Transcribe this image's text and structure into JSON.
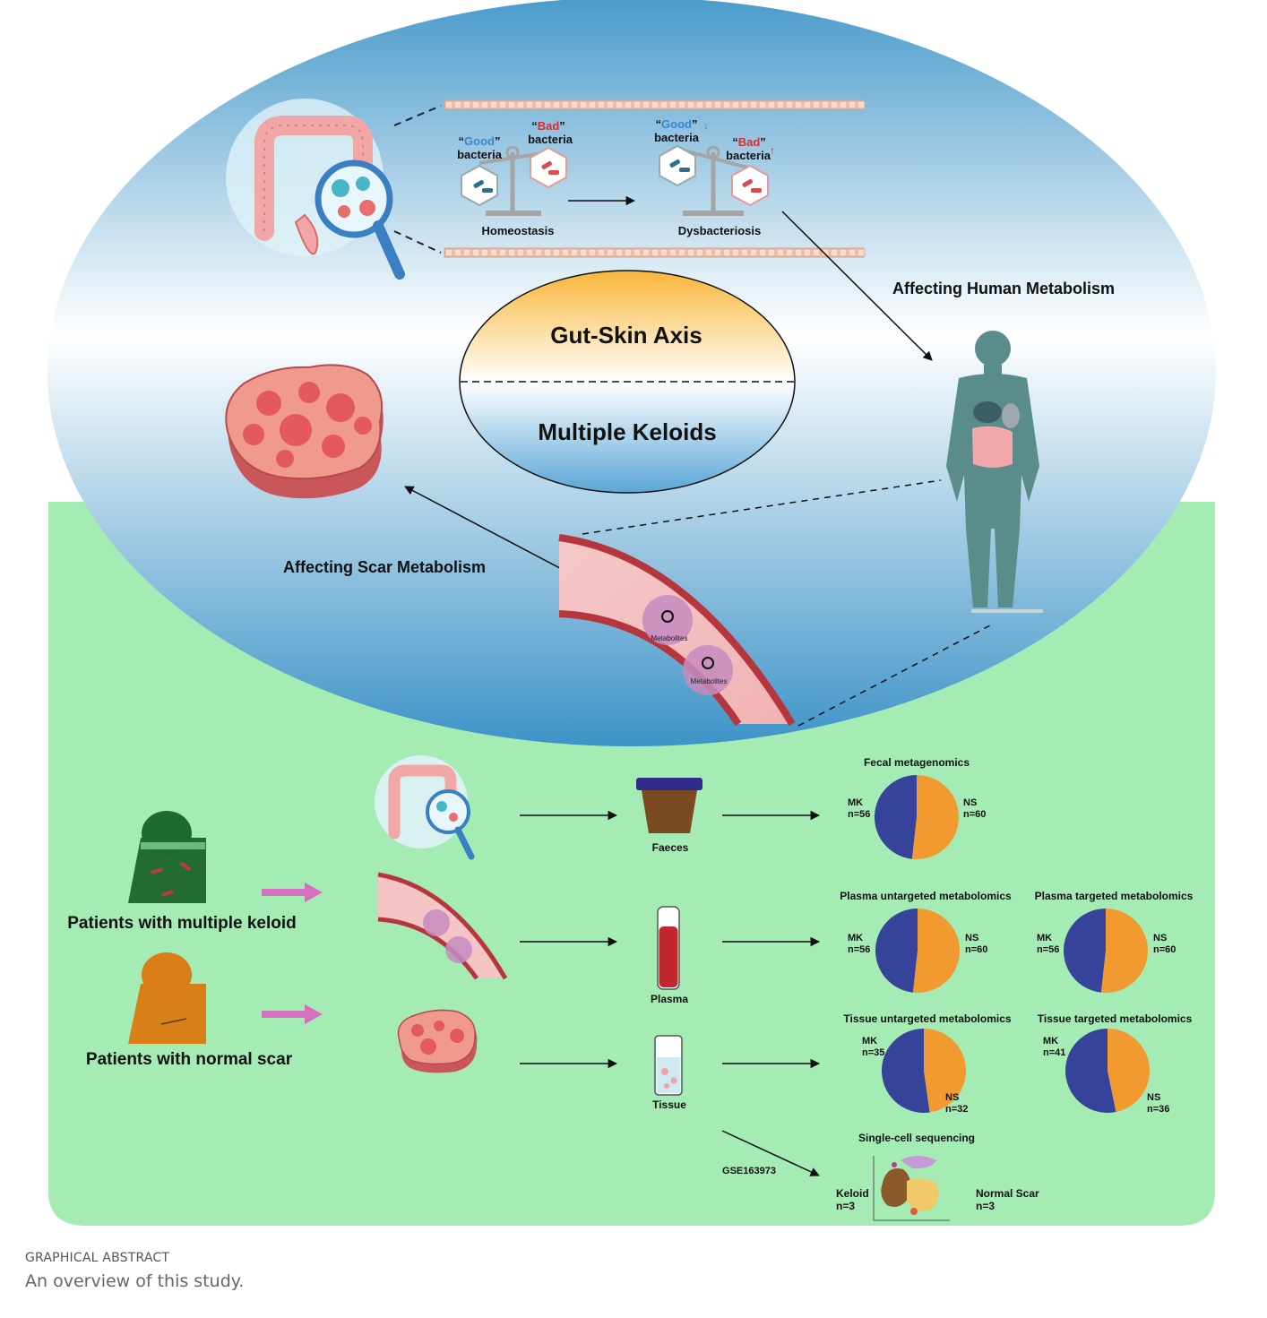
{
  "colors": {
    "mk": "#35449a",
    "ns": "#f09a30",
    "green_bg": "#a4ebb4",
    "sky_top": "#4c9ecd",
    "good": "#3a86d1",
    "bad": "#d3302f",
    "arrow_pink": "#d670c0"
  },
  "top": {
    "good_bacteria_word": "Good",
    "bad_bacteria_word": "Bad",
    "bacteria_word": "bacteria",
    "quote_open": "“",
    "quote_close": "”",
    "homeostasis": "Homeostasis",
    "dysbacteriosis": "Dysbacteriosis",
    "affecting_human": "Affecting Human Metabolism",
    "affecting_scar": "Affecting Scar Metabolism",
    "axis_top": "Gut-Skin Axis",
    "axis_bottom": "Multiple Keloids",
    "metabolites": "Metabolites"
  },
  "bottom": {
    "patients_mk": "Patients with multiple keloid",
    "patients_ns": "Patients with normal scar",
    "faeces": "Faeces",
    "plasma": "Plasma",
    "tissue": "Tissue",
    "gse": "GSE163973"
  },
  "chart_data": [
    {
      "type": "pie",
      "title": "Fecal metagenomics",
      "labels": [
        "MK",
        "NS"
      ],
      "label_texts": [
        "MK\nn=56",
        "NS\nn=60"
      ],
      "values": [
        56,
        60
      ]
    },
    {
      "type": "pie",
      "title": "Plasma untargeted metabolomics",
      "labels": [
        "MK",
        "NS"
      ],
      "label_texts": [
        "MK\nn=56",
        "NS\nn=60"
      ],
      "values": [
        56,
        60
      ]
    },
    {
      "type": "pie",
      "title": "Plasma targeted metabolomics",
      "labels": [
        "MK",
        "NS"
      ],
      "label_texts": [
        "MK\nn=56",
        "NS\nn=60"
      ],
      "values": [
        56,
        60
      ]
    },
    {
      "type": "pie",
      "title": "Tissue untargeted metabolomics",
      "labels": [
        "MK",
        "NS"
      ],
      "label_texts": [
        "MK\nn=35",
        "NS\nn=32"
      ],
      "values": [
        35,
        32
      ]
    },
    {
      "type": "pie",
      "title": "Tissue targeted metabolomics",
      "labels": [
        "MK",
        "NS"
      ],
      "label_texts": [
        "MK\nn=41",
        "NS\nn=36"
      ],
      "values": [
        41,
        36
      ]
    }
  ],
  "single_cell": {
    "title": "Single-cell sequencing",
    "keloid": "Keloid",
    "keloid_n": "n=3",
    "normal": "Normal Scar",
    "normal_n": "n=3"
  },
  "caption": {
    "heading": "GRAPHICAL ABSTRACT",
    "text": "An overview of this study."
  }
}
